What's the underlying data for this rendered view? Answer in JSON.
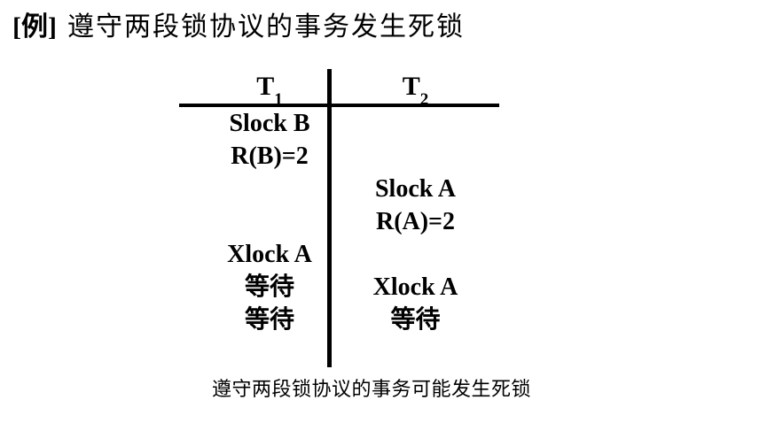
{
  "title": {
    "tag": "[例]",
    "text": "遵守两段锁协议的事务发生死锁"
  },
  "table": {
    "columns": [
      {
        "label": "T",
        "sub": "1"
      },
      {
        "label": "T",
        "sub": "2"
      }
    ],
    "rows": [
      {
        "t1": "Slock B",
        "t2": ""
      },
      {
        "t1": "R(B)=2",
        "t2": ""
      },
      {
        "t1": "",
        "t2": "Slock A"
      },
      {
        "t1": "",
        "t2": "R(A)=2"
      },
      {
        "t1": "Xlock A",
        "t2": ""
      },
      {
        "t1": "等待",
        "t2": "Xlock A"
      },
      {
        "t1": "等待",
        "t2": "等待"
      }
    ]
  },
  "caption": {
    "text": "遵守两段锁协议的事务可能发生死锁"
  },
  "colors": {
    "background": "#ffffff",
    "text": "#000000",
    "line": "#000000"
  }
}
